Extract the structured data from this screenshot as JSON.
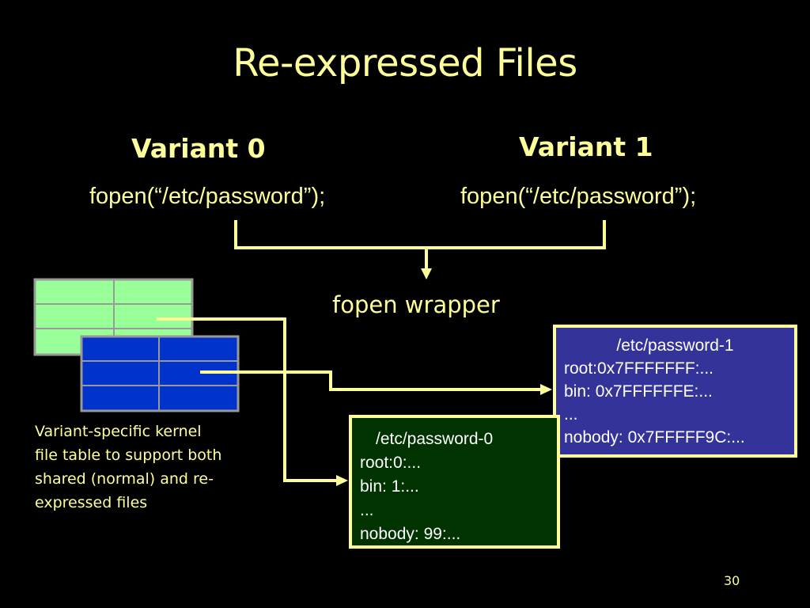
{
  "slide": {
    "title": "Re-expressed Files",
    "page_number": "30"
  },
  "variants": [
    {
      "label": "Variant 0",
      "call": "fopen(“/etc/password”);"
    },
    {
      "label": "Variant 1",
      "call": "fopen(“/etc/password”);"
    }
  ],
  "wrapper_label": "fopen wrapper",
  "kernel_tables": {
    "note": "Variant-specific kernel file table to support both shared (normal)  and re-expressed files",
    "colors": {
      "table0": "#99ff99",
      "table1": "#0033cc"
    }
  },
  "files": {
    "file1": {
      "name": "/etc/password-1",
      "lines": [
        "root:0x7FFFFFFF:...",
        "bin: 0x7FFFFFFE:...",
        "...",
        "nobody: 0x7FFFFF9C:..."
      ],
      "color": "#333399"
    },
    "file0": {
      "name": "/etc/password-0",
      "lines": [
        "root:0:...",
        "bin: 1:...",
        "...",
        "nobody: 99:..."
      ],
      "color": "#003300"
    }
  },
  "colors": {
    "accent": "#ffff99",
    "background": "#000000"
  }
}
